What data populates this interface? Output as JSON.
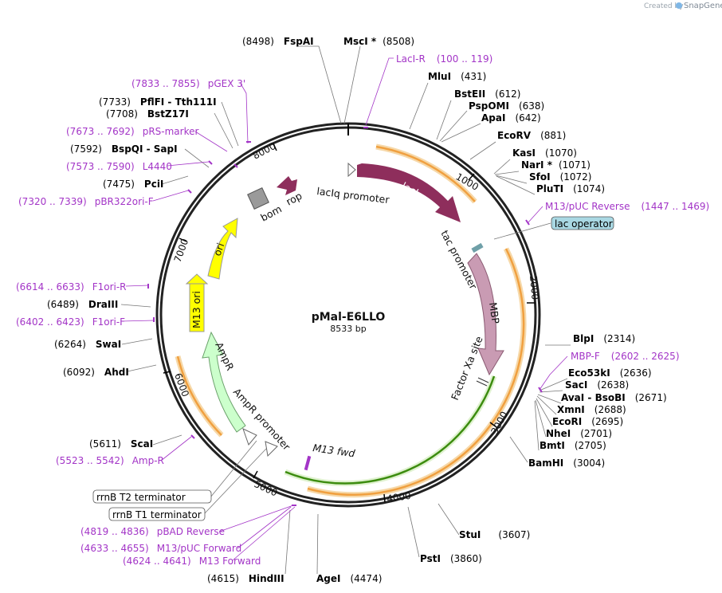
{
  "credit": {
    "prefix": "Created by",
    "brand": "SnapGene"
  },
  "map": {
    "name": "pMal-E6LLO",
    "length": "8533 bp"
  },
  "ticks": [
    "1000",
    "2000",
    "3000",
    "4000",
    "5000",
    "6000",
    "7000",
    "8000"
  ],
  "enzymes": [
    {
      "name": "FspAI",
      "pos": "(8498)"
    },
    {
      "name": "MscI *",
      "pos": "(8508)"
    },
    {
      "name": "MluI",
      "pos": "(431)"
    },
    {
      "name": "BstEII",
      "pos": "(612)"
    },
    {
      "name": "PspOMI",
      "pos": "(638)"
    },
    {
      "name": "ApaI",
      "pos": "(642)"
    },
    {
      "name": "EcoRV",
      "pos": "(881)"
    },
    {
      "name": "KasI",
      "pos": "(1070)"
    },
    {
      "name": "NarI *",
      "pos": "(1071)"
    },
    {
      "name": "SfoI",
      "pos": "(1072)"
    },
    {
      "name": "PluTI",
      "pos": "(1074)"
    },
    {
      "name": "BlpI",
      "pos": "(2314)"
    },
    {
      "name": "Eco53kI",
      "pos": "(2636)"
    },
    {
      "name": "SacI",
      "pos": "(2638)"
    },
    {
      "name": "AvaI - BsoBI",
      "pos": "(2671)"
    },
    {
      "name": "XmnI",
      "pos": "(2688)"
    },
    {
      "name": "EcoRI",
      "pos": "(2695)"
    },
    {
      "name": "NheI",
      "pos": "(2701)"
    },
    {
      "name": "BmtI",
      "pos": "(2705)"
    },
    {
      "name": "BamHI",
      "pos": "(3004)"
    },
    {
      "name": "StuI",
      "pos": "(3607)"
    },
    {
      "name": "PstI",
      "pos": "(3860)"
    },
    {
      "name": "AgeI",
      "pos": "(4474)"
    },
    {
      "name": "HindIII",
      "pos": "(4615)"
    },
    {
      "name": "ScaI",
      "pos": "(5611)"
    },
    {
      "name": "AhdI",
      "pos": "(6092)"
    },
    {
      "name": "SwaI",
      "pos": "(6264)"
    },
    {
      "name": "DraIII",
      "pos": "(6489)"
    },
    {
      "name": "PciI",
      "pos": "(7475)"
    },
    {
      "name": "BspQI - SapI",
      "pos": "(7592)"
    },
    {
      "name": "BstZ17I",
      "pos": "(7708)"
    },
    {
      "name": "PflFI - Tth111I",
      "pos": "(7733)"
    }
  ],
  "primers": [
    {
      "name": "LacI-R",
      "range": "(100 .. 119)"
    },
    {
      "name": "M13/pUC Reverse",
      "range": "(1447 .. 1469)"
    },
    {
      "name": "MBP-F",
      "range": "(2602 .. 2625)"
    },
    {
      "name": "pBAD Reverse",
      "range": "(4819 .. 4836)"
    },
    {
      "name": "M13/pUC Forward",
      "range": "(4633 .. 4655)"
    },
    {
      "name": "M13 Forward",
      "range": "(4624 .. 4641)"
    },
    {
      "name": "Amp-R",
      "range": "(5523 .. 5542)"
    },
    {
      "name": "F1ori-F",
      "range": "(6402 .. 6423)"
    },
    {
      "name": "F1ori-R",
      "range": "(6614 .. 6633)"
    },
    {
      "name": "pBR322ori-F",
      "range": "(7320 .. 7339)"
    },
    {
      "name": "L4440",
      "range": "(7573 .. 7590)"
    },
    {
      "name": "pRS-marker",
      "range": "(7673 .. 7692)"
    },
    {
      "name": "pGEX 3'",
      "range": "(7833 .. 7855)"
    }
  ],
  "boxed_features": [
    "lac operator",
    "rrnB T2 terminator",
    "rrnB T1 terminator"
  ],
  "features": {
    "lacI": "lacI",
    "lacIq": "lacIq promoter",
    "tac": "tac promoter",
    "mbp": "MBP",
    "fxa": "Factor Xa site",
    "m13fwd": "M13 fwd",
    "amprp": "AmpR promoter",
    "ampr": "AmpR",
    "m13ori": "M13 ori",
    "ori": "ori",
    "bom": "bom",
    "rop": "rop"
  },
  "colors": {
    "backbone": "#222222",
    "lacI": "#8e2e5c",
    "mbp": "#c99bb3",
    "ampr": "#ccffcc",
    "ori": "#ffff00",
    "bom": "#9a9a9a",
    "rop": "#8e2e5c",
    "primer": "#a335c7",
    "orange": "#f6a23b",
    "green": "#3c8c0f",
    "box_fill": "#a9d8e3"
  }
}
